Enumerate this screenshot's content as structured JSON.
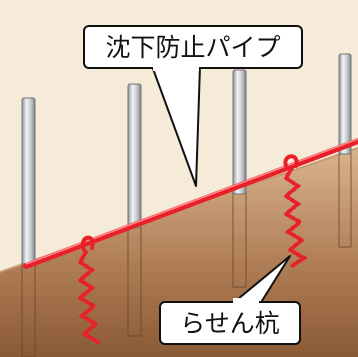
{
  "labels": {
    "pipe_callout": "沈下防止パイプ",
    "screw_pile_callout": "らせん杭"
  },
  "colors": {
    "sky": "#f6ebd9",
    "soil_light": "#d9b48f",
    "soil_dark": "#8a5a35",
    "post": "#c8cccf",
    "pipe": "#e8202a",
    "screw": "#e8202a"
  },
  "post_count": 4,
  "screw_pile_count": 2
}
